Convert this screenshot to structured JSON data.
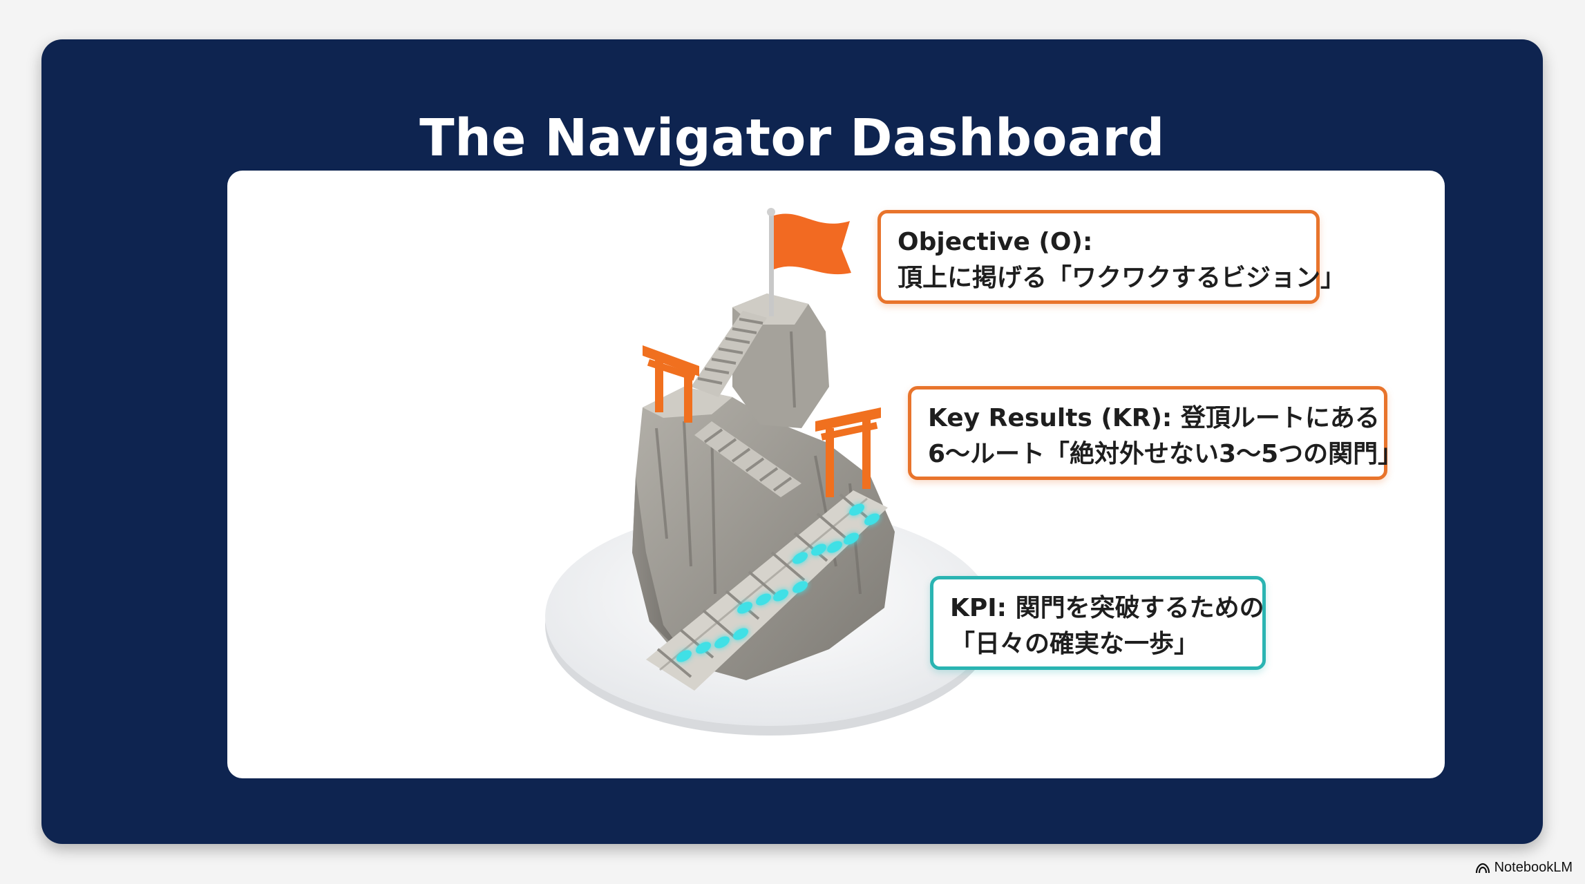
{
  "slide": {
    "title": "The Navigator Dashboard"
  },
  "labels": {
    "objective": {
      "line1": "Objective (O):",
      "line2": "頂上に掲げる「ワクワクするビジョン」"
    },
    "key_results": {
      "line1": "Key Results (KR): 登頂ルートにある",
      "line2": "6〜ルート「絶対外せない3〜5つの関門」"
    },
    "kpi": {
      "line1": "KPI: 関門を突破するための",
      "line2": "「日々の確実な一歩」"
    }
  },
  "branding": {
    "name": "NotebookLM",
    "icon": "notebooklm-logo-icon"
  },
  "colors": {
    "background_frame": "#0e2450",
    "objective_accent": "#e8742c",
    "key_results_accent": "#e8742c",
    "kpi_accent": "#2ab4b2",
    "flag": "#f26a22",
    "torii": "#f0701f",
    "footprints": "#3fe0e6"
  }
}
